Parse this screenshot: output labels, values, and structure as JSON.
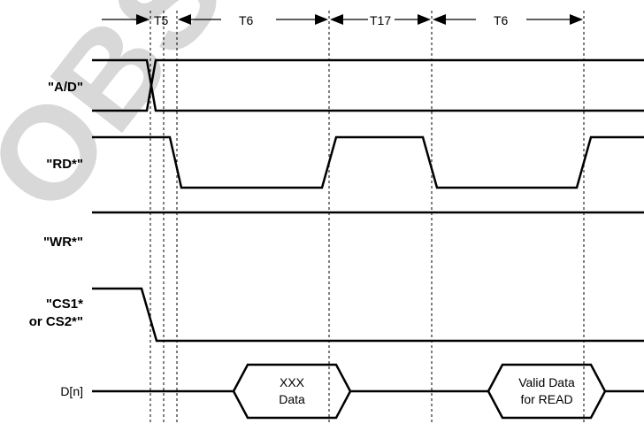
{
  "watermark": "OBS",
  "timing_labels": {
    "t5": "T5",
    "t6_first": "T6",
    "t17": "T17",
    "t6_second": "T6"
  },
  "signals": {
    "ad": "\"A/D\"",
    "rd": "\"RD*\"",
    "wr": "\"WR*\"",
    "cs_line1": "\"CS1*",
    "cs_line2": "or CS2*\"",
    "data": "D[n]"
  },
  "data_boxes": {
    "first_line1": "XXX",
    "first_line2": "Data",
    "second_line1": "Valid Data",
    "second_line2": "for READ"
  }
}
